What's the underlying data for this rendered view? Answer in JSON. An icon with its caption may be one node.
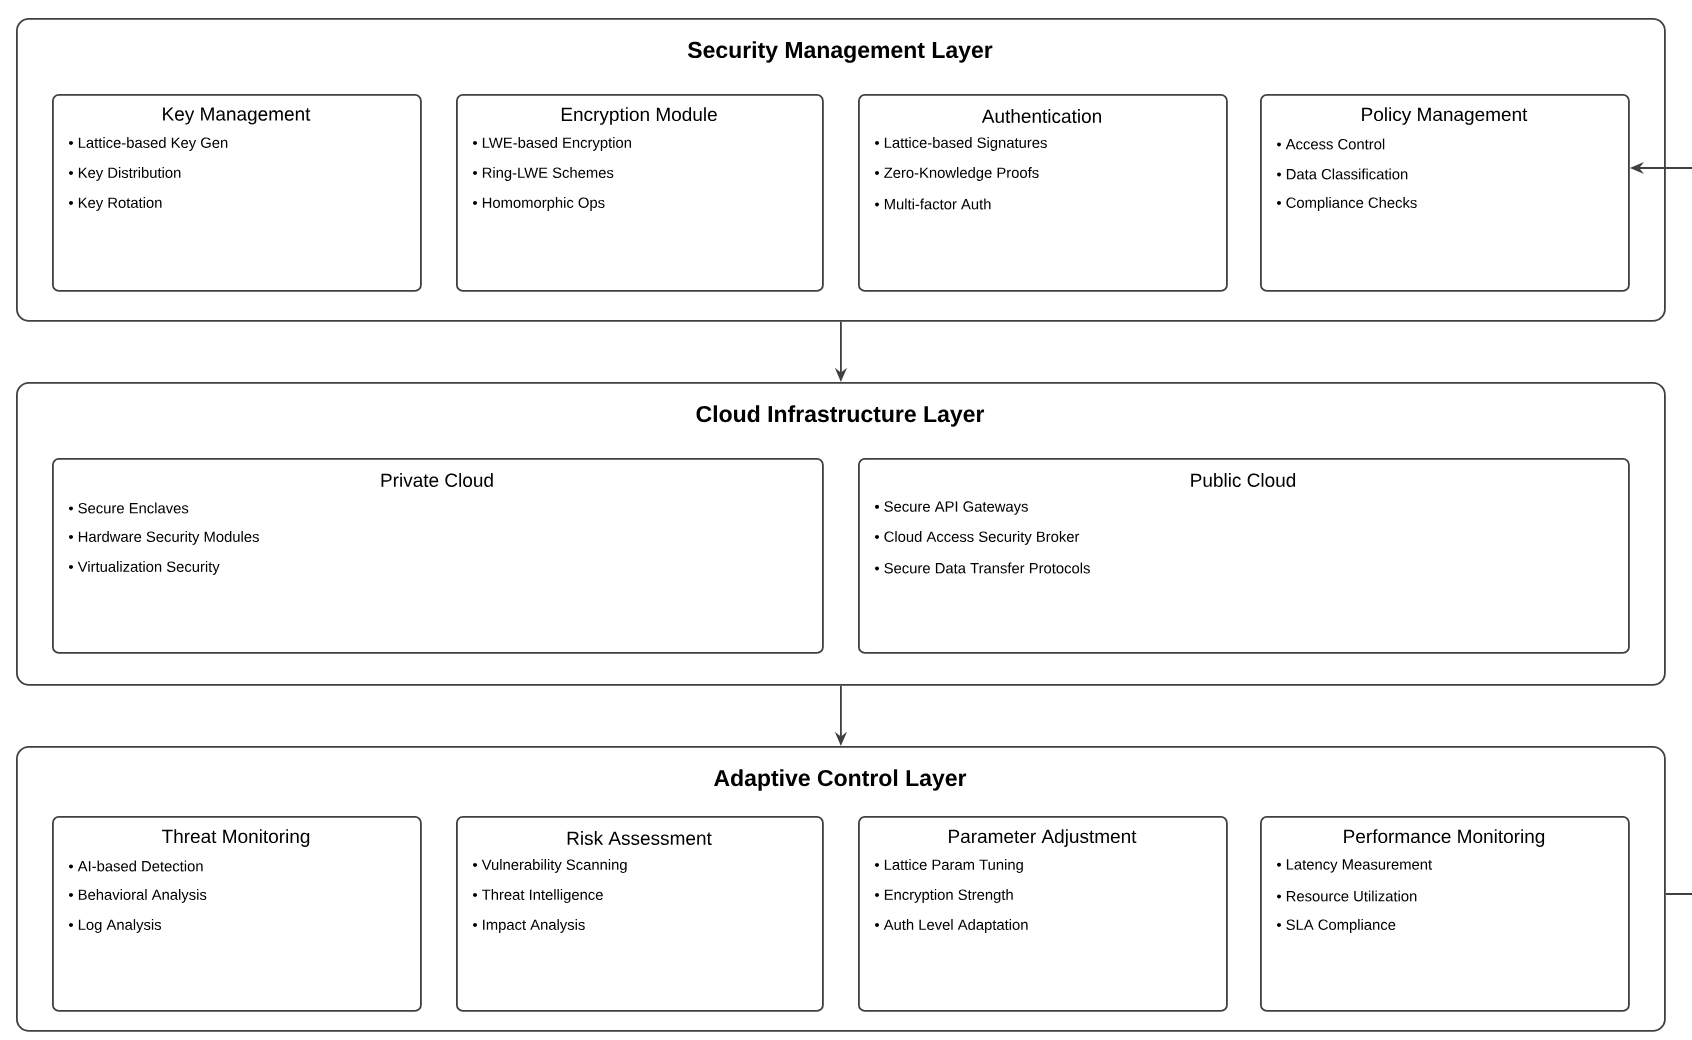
{
  "diagram": {
    "nodes": [
      {
        "text": [
          "Security Management Layer"
        ]
      },
      {
        "text": [
          "Key Management",
          "• Lattice-based Key Gen",
          "• Key Distribution",
          "• Key Rotation"
        ],
        "in": 0
      },
      {
        "text": [
          "Encryption Module",
          "• LWE-based Encryption",
          "• Ring-LWE Schemes",
          "• Homomorphic Ops"
        ],
        "in": 0
      },
      {
        "text": [
          "Authentication",
          "• Lattice-based Signatures",
          "• Zero-Knowledge Proofs",
          "• Multi-factor Auth"
        ],
        "in": 0
      },
      {
        "text": [
          "Policy Management",
          "• Access Control",
          "• Data Classification",
          "• Compliance Checks"
        ],
        "in": 0
      },
      {
        "text": [
          "Cloud Infrastructure Layer"
        ]
      },
      {
        "text": [
          "Private Cloud",
          "• Secure Enclaves",
          "• Hardware Security Modules",
          "• Virtualization Security"
        ],
        "in": 5
      },
      {
        "text": [
          "Public Cloud",
          "• Secure API Gateways",
          "• Cloud Access Security Broker",
          "• Secure Data Transfer Protocols"
        ],
        "in": 5
      },
      {
        "text": [
          "Adaptive Control Layer"
        ]
      },
      {
        "text": [
          "Threat Monitoring",
          "• AI-based Detection",
          "• Behavioral Analysis",
          "• Log Analysis"
        ],
        "in": 8
      },
      {
        "text": [
          "Risk Assessment",
          "• Vulnerability Scanning",
          "• Threat Intelligence",
          "• Impact Analysis"
        ],
        "in": 8
      },
      {
        "text": [
          "Parameter Adjustment",
          "• Lattice Param Tuning",
          "• Encryption Strength",
          "• Auth Level Adaptation"
        ],
        "in": 8
      },
      {
        "text": [
          "Performance Monitoring",
          "• Latency Measurement",
          "• Resource Utilization",
          "• SLA Compliance"
        ],
        "in": 8
      }
    ],
    "edges": [
      {
        "from": 0,
        "to": 5,
        "arrow": "to"
      },
      {
        "from": 5,
        "to": 8,
        "arrow": "to"
      },
      {
        "from": null,
        "to": 4,
        "arrow": "to"
      },
      {
        "from": 8,
        "to": null,
        "arrow": "none"
      }
    ]
  }
}
